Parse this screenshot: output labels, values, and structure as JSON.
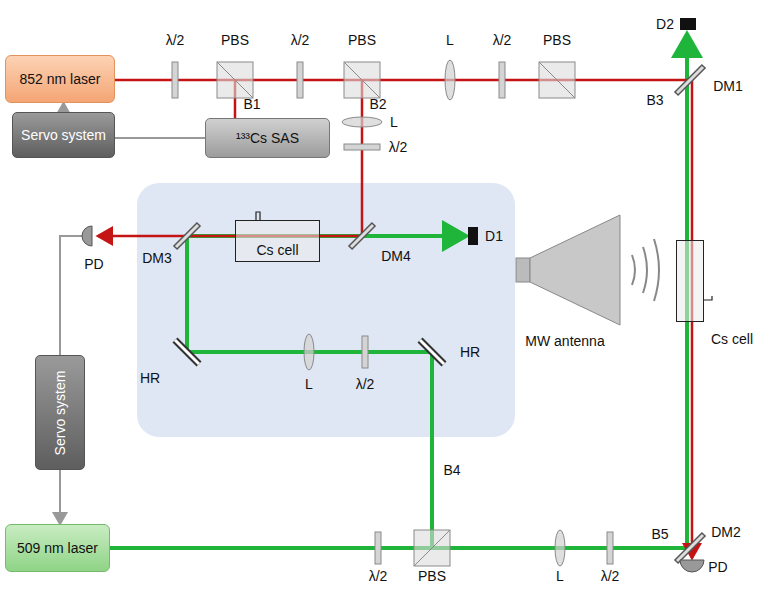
{
  "diagram": {
    "nodes": [
      {
        "text": [
          "852 nm laser"
        ]
      },
      {
        "text": [
          "Servo system"
        ]
      },
      {
        "text": [
          "¹³³Cs SAS"
        ]
      },
      {
        "text": [
          "Cs cell"
        ]
      },
      {
        "text": [
          "Cs cell"
        ]
      },
      {
        "text": [
          "Servo system"
        ]
      },
      {
        "text": [
          "509 nm laser"
        ]
      }
    ],
    "edges": [
      {
        "from": 1,
        "to": 0,
        "arrow": "to"
      },
      {
        "from": 1,
        "to": 2,
        "arrow": "none"
      },
      {
        "from": 5,
        "to": 6,
        "arrow": "to"
      }
    ],
    "labels": [
      "λ/2",
      "PBS",
      "λ/2",
      "PBS",
      "L",
      "λ/2",
      "PBS",
      "D2",
      "DM1",
      "B1",
      "B2",
      "B3",
      "L",
      "λ/2",
      "PD",
      "DM3",
      "DM4",
      "D1",
      "HR",
      "L",
      "λ/2",
      "HR",
      "MW antenna",
      "B4",
      "λ/2",
      "PBS",
      "L",
      "λ/2",
      "B5",
      "DM2",
      "PD"
    ]
  }
}
